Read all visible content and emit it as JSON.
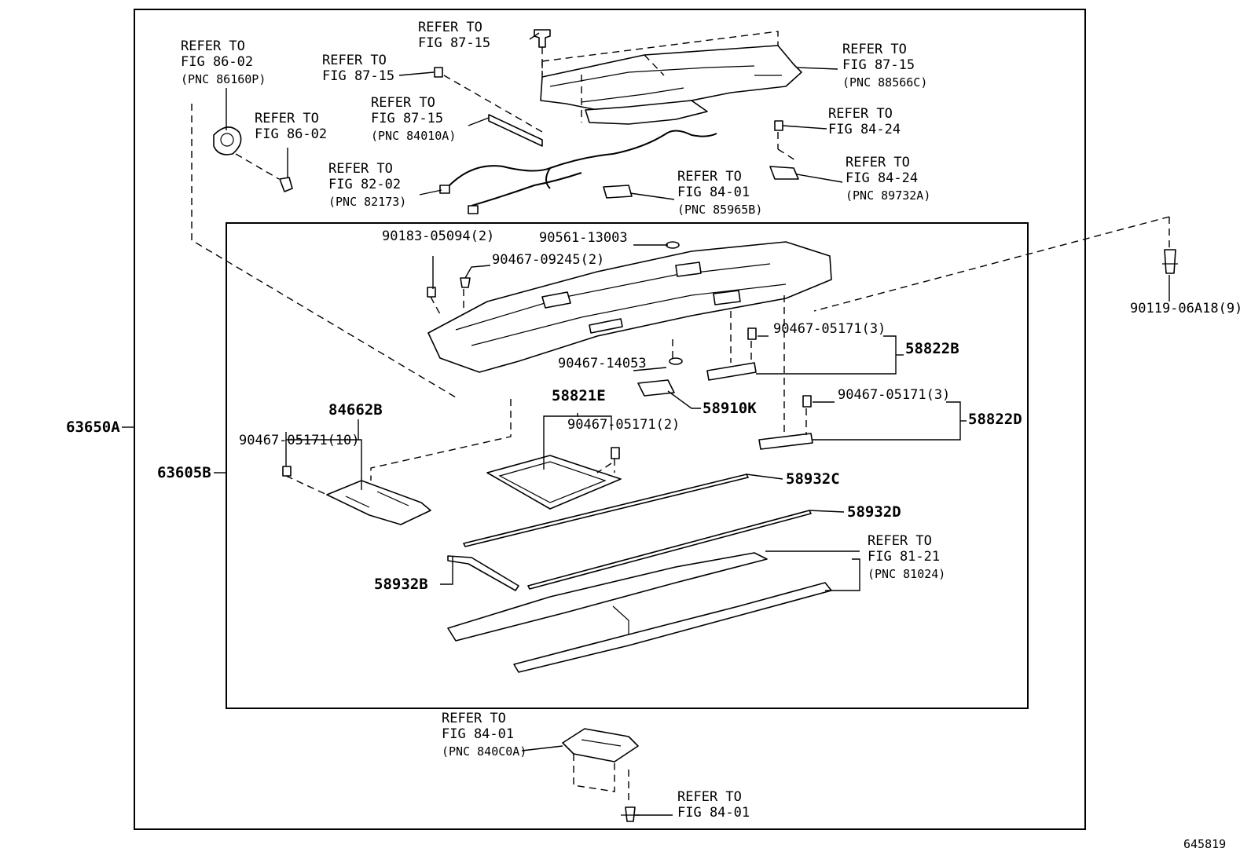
{
  "diagram_id": "645819",
  "outer_assembly": "63650A",
  "inner_assembly": "63605B",
  "refer_to": "REFER TO",
  "callouts": {
    "c1": {
      "fig": "FIG 87-15"
    },
    "c2": {
      "fig": "FIG 86-02",
      "pnc": "(PNC 86160P)"
    },
    "c3": {
      "fig": "FIG 87-15"
    },
    "c4": {
      "fig": "FIG 86-02"
    },
    "c5": {
      "fig": "FIG 87-15",
      "pnc": "(PNC 84010A)"
    },
    "c6": {
      "fig": "FIG 82-02",
      "pnc": "(PNC 82173)"
    },
    "c7": {
      "fig": "FIG 87-15",
      "pnc": "(PNC 88566C)"
    },
    "c8": {
      "fig": "FIG 84-24"
    },
    "c9": {
      "fig": "FIG 84-24",
      "pnc": "(PNC 89732A)"
    },
    "c10": {
      "fig": "FIG 84-01",
      "pnc": "(PNC 85965B)"
    },
    "c11": {
      "fig": "FIG 81-21",
      "pnc": "(PNC 81024)"
    },
    "c12": {
      "fig": "FIG 84-01",
      "pnc": "(PNC 840C0A)"
    },
    "c13": {
      "fig": "FIG 84-01"
    }
  },
  "parts": {
    "p90183": "90183-05094(2)",
    "p90561": "90561-13003",
    "p90467_09245": "90467-09245(2)",
    "p90119": "90119-06A18(9)",
    "p90467_05171_3a": "90467-05171(3)",
    "p58822B": "58822B",
    "p90467_14053": "90467-14053",
    "p58910K": "58910K",
    "p90467_05171_3b": "90467-05171(3)",
    "p58822D": "58822D",
    "p84662B": "84662B",
    "p90467_05171_10": "90467-05171(10)",
    "p58821E": "58821E",
    "p90467_05171_2": "90467-05171(2)",
    "p58932C": "58932C",
    "p58932D": "58932D",
    "p58932B": "58932B"
  }
}
